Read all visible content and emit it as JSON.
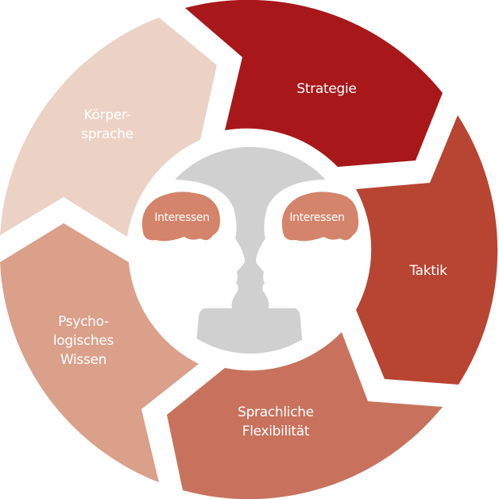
{
  "segments": [
    {
      "label": "Strategie",
      "color": "#a8171a"
    },
    {
      "label": "Taktik",
      "color": "#b84532"
    },
    {
      "label": "Sprachliche\nFlexibilität",
      "color": "#c8725d"
    },
    {
      "label": "Psycho-\nlogisches\nWissen",
      "color": "#dba08a"
    },
    {
      "label": "Körper-\nsprache",
      "color": "#ecd1c5"
    }
  ],
  "center": {
    "left_brain_label": "Interessen",
    "right_brain_label": "Interessen",
    "vase_color": "#d0d0d0",
    "brain_color": "#d4846a"
  }
}
